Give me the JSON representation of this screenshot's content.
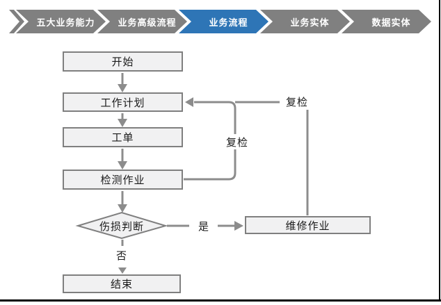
{
  "breadcrumb": {
    "items": [
      {
        "label": "五大业务能力",
        "active": false
      },
      {
        "label": "业务高级流程",
        "active": false
      },
      {
        "label": "业务流程",
        "active": true
      },
      {
        "label": "业务实体",
        "active": false
      },
      {
        "label": "数据实体",
        "active": false
      }
    ],
    "active_color": "#2E75B6",
    "inactive_color": "#808080"
  },
  "flowchart": {
    "nodes": {
      "start": "开始",
      "work_plan": "工作计划",
      "work_order": "工单",
      "inspection": "检测作业",
      "damage_check": "伤损判断",
      "repair": "维修作业",
      "end": "结束"
    },
    "edge_labels": {
      "recheck_top": "复检",
      "recheck_mid": "复检",
      "yes": "是",
      "no": "否"
    },
    "colors": {
      "node_fill": "#F1F1F2",
      "node_border": "#7F7F7F",
      "connector": "#8C8C8C",
      "frame": "#000000"
    }
  }
}
